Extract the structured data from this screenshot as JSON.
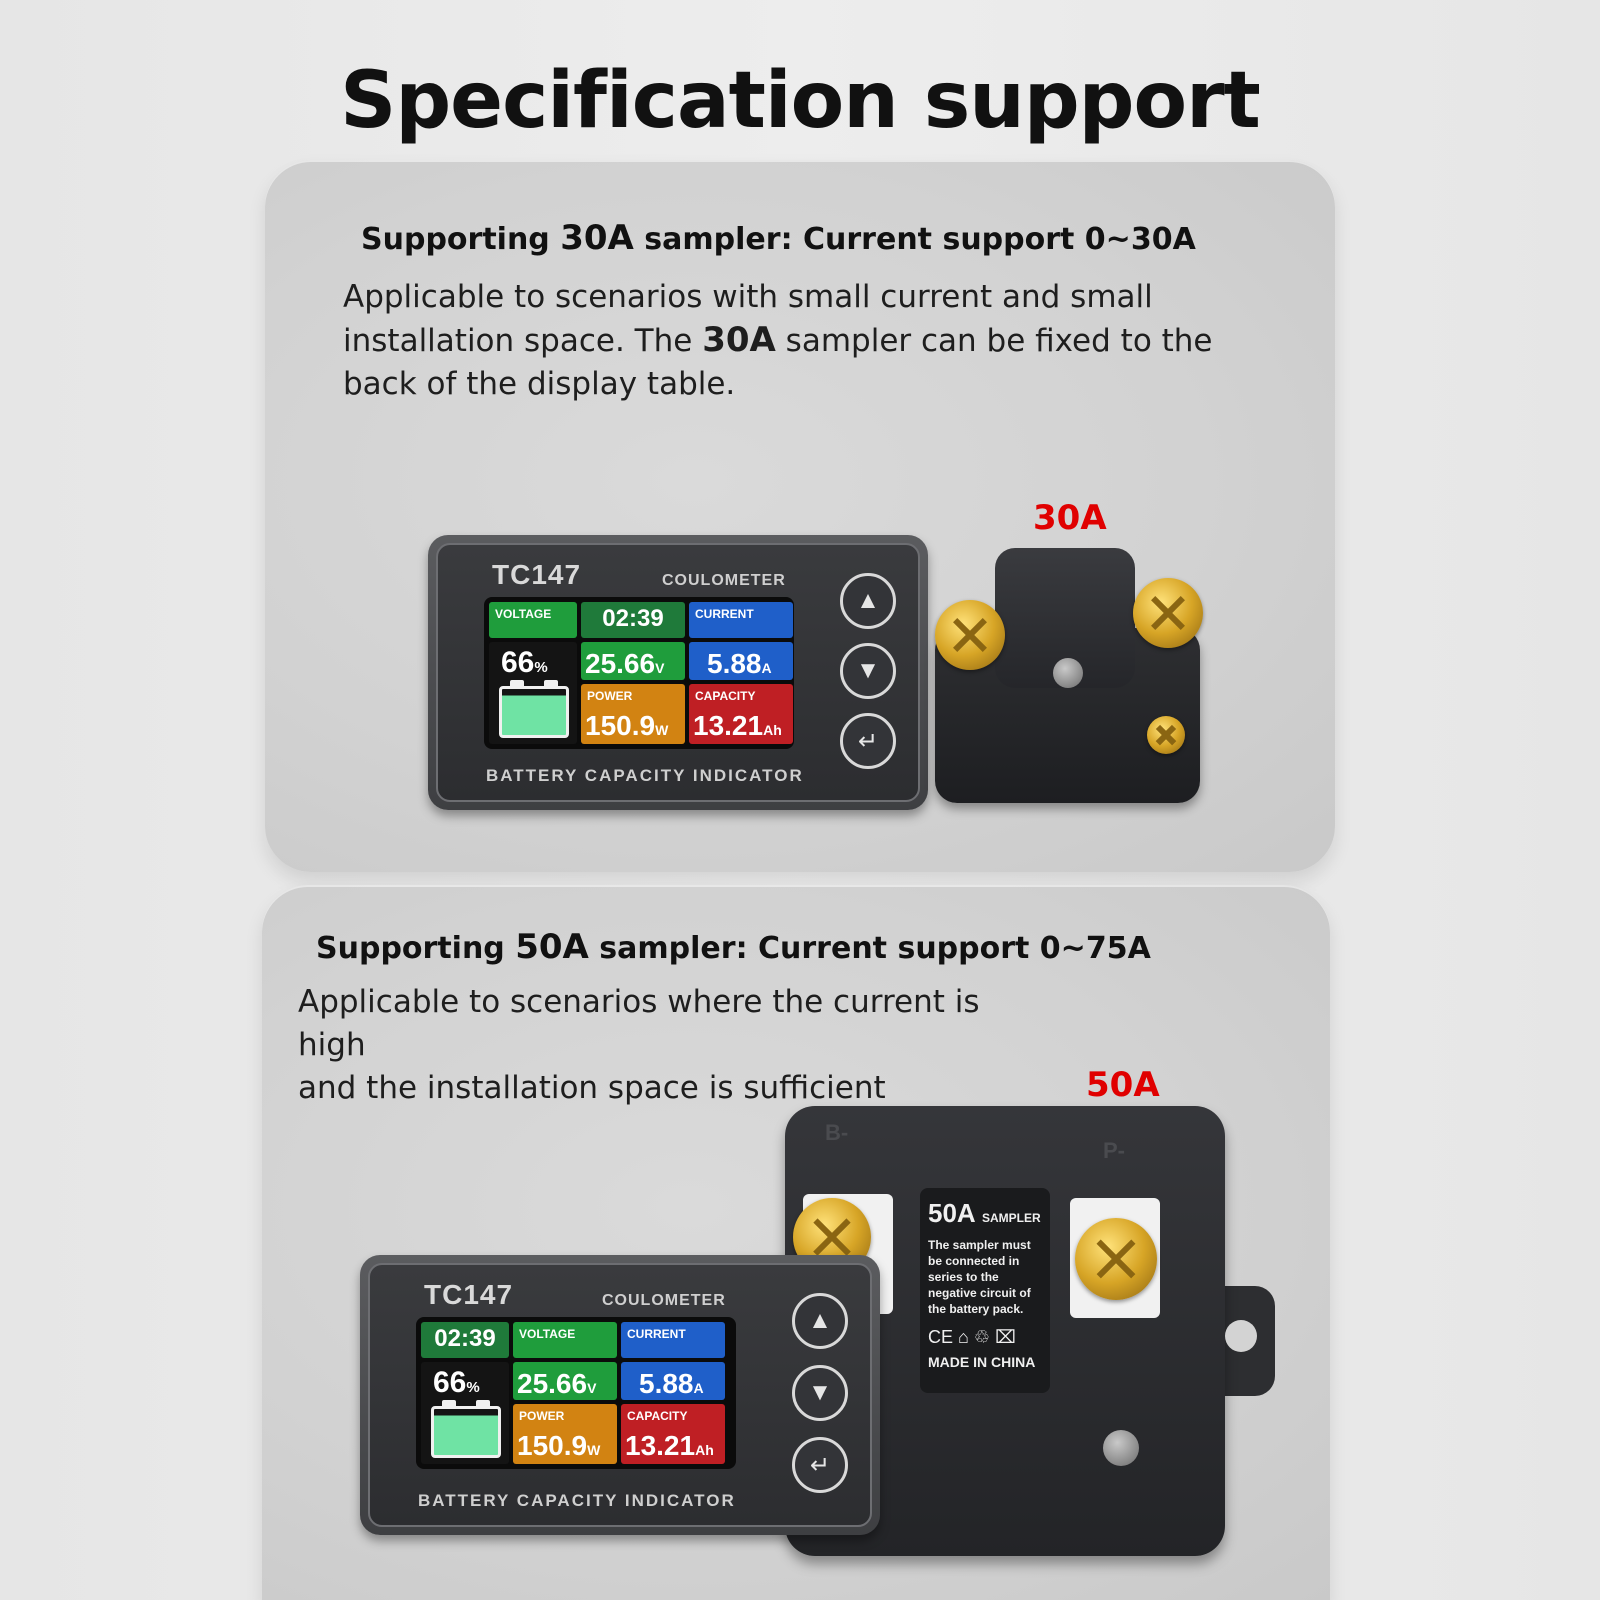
{
  "page": {
    "title": "Specification support"
  },
  "section_30a": {
    "heading_prefix": "Supporting ",
    "heading_value": "30A",
    "heading_suffix": " sampler: Current support 0~30A",
    "desc_part1": "Applicable to scenarios with small current and small installation space. The ",
    "desc_bold": "30A",
    "desc_part2": " sampler can be fixed to the back of the display table.",
    "tag": "30A"
  },
  "section_50a": {
    "heading_prefix": "Supporting ",
    "heading_value": "50A",
    "heading_suffix": " sampler: Current support 0~75A",
    "desc_line1": "Applicable to scenarios where the current is high",
    "desc_line2": "and the installation space is sufficient",
    "tag": "50A"
  },
  "meter": {
    "model": "TC147",
    "type": "COULOMETER",
    "footer": "BATTERY CAPACITY INDICATOR",
    "time": "02:39",
    "battery_pct": "66",
    "battery_pct_unit": "%",
    "battery_level": 0.66,
    "voltage_label": "VOLTAGE",
    "voltage_value": "25.66",
    "voltage_unit": "V",
    "current_label": "CURRENT",
    "current_value": "5.88",
    "current_unit": "A",
    "power_label": "POWER",
    "power_value": "150.9",
    "power_unit": "W",
    "capacity_label": "CAPACITY",
    "capacity_value": "13.21",
    "capacity_unit": "Ah",
    "buttons": {
      "up": "▲",
      "down": "▼",
      "enter": "↵"
    }
  },
  "sampler_50a_label": {
    "title": "50A",
    "subtitle": "SAMPLER",
    "text": "The sampler must be connected in series to the negative circuit of the battery pack.",
    "marks": "CE ⌂ ♲ ⌧",
    "made": "MADE IN CHINA",
    "emboss_b_minus": "B-",
    "emboss_p_minus": "P-"
  },
  "colors": {
    "tag_red": "#e00000",
    "voltage_tile": "#1f9d3c",
    "current_tile": "#1f5fc9",
    "power_tile": "#d28312",
    "capacity_tile": "#bf1f24",
    "battery_fill": "#6fe3a4"
  }
}
